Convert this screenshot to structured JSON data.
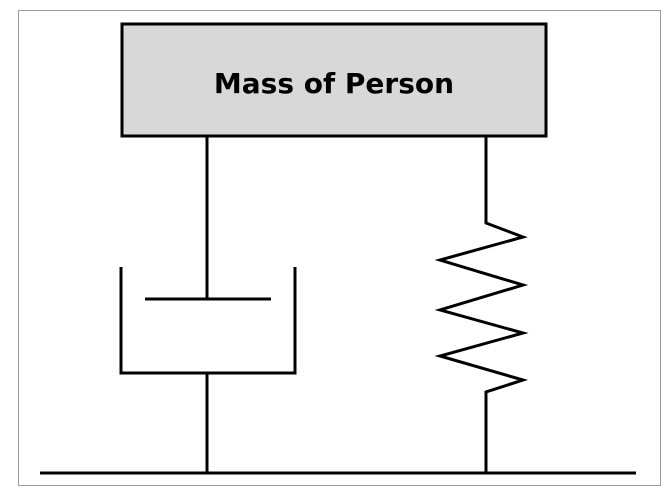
{
  "diagram": {
    "mass_label": "Mass of Person",
    "colors": {
      "mass_fill": "#d8d8d8",
      "stroke": "#000000",
      "background": "#ffffff",
      "frame": "#9a9a9a"
    },
    "components": [
      "mass",
      "damper",
      "spring",
      "ground"
    ]
  }
}
